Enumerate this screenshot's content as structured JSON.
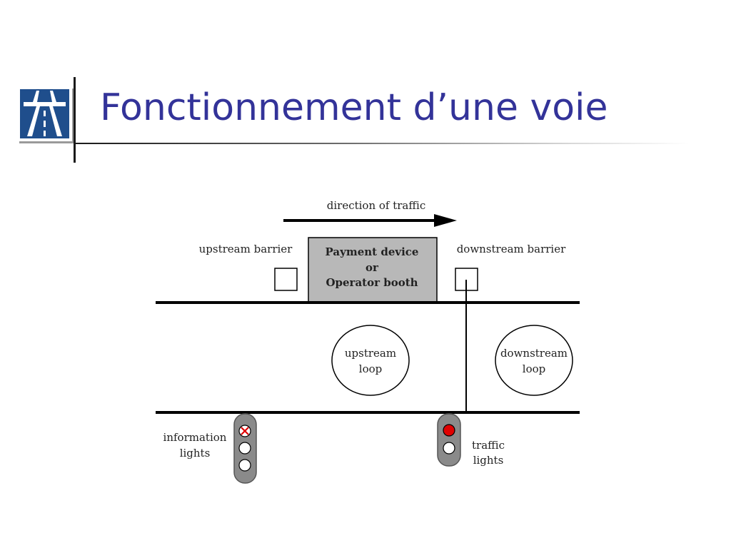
{
  "slide": {
    "title": "Fonctionnement d’une voie"
  },
  "logo": {
    "icon": "motorway-sign-icon",
    "colors": {
      "background": "#1f4e8c",
      "border": "#ffffff",
      "shadow": "#9a9a9a"
    }
  },
  "diagram": {
    "direction_label": "direction of traffic",
    "upstream_barrier_label": "upstream barrier",
    "downstream_barrier_label": "downstream barrier",
    "booth": {
      "line1": "Payment device",
      "line2": "or",
      "line3": "Operator booth"
    },
    "upstream_loop": {
      "line1": "upstream",
      "line2": "loop"
    },
    "downstream_loop": {
      "line1": "downstream",
      "line2": "loop"
    },
    "information_lights": {
      "line1": "information",
      "line2": "lights"
    },
    "traffic_lights": {
      "line1": "traffic",
      "line2": "lights"
    },
    "colors": {
      "booth_fill": "#b8b8b8",
      "light_housing": "#8a8a8a",
      "red_light": "#e00000"
    }
  }
}
